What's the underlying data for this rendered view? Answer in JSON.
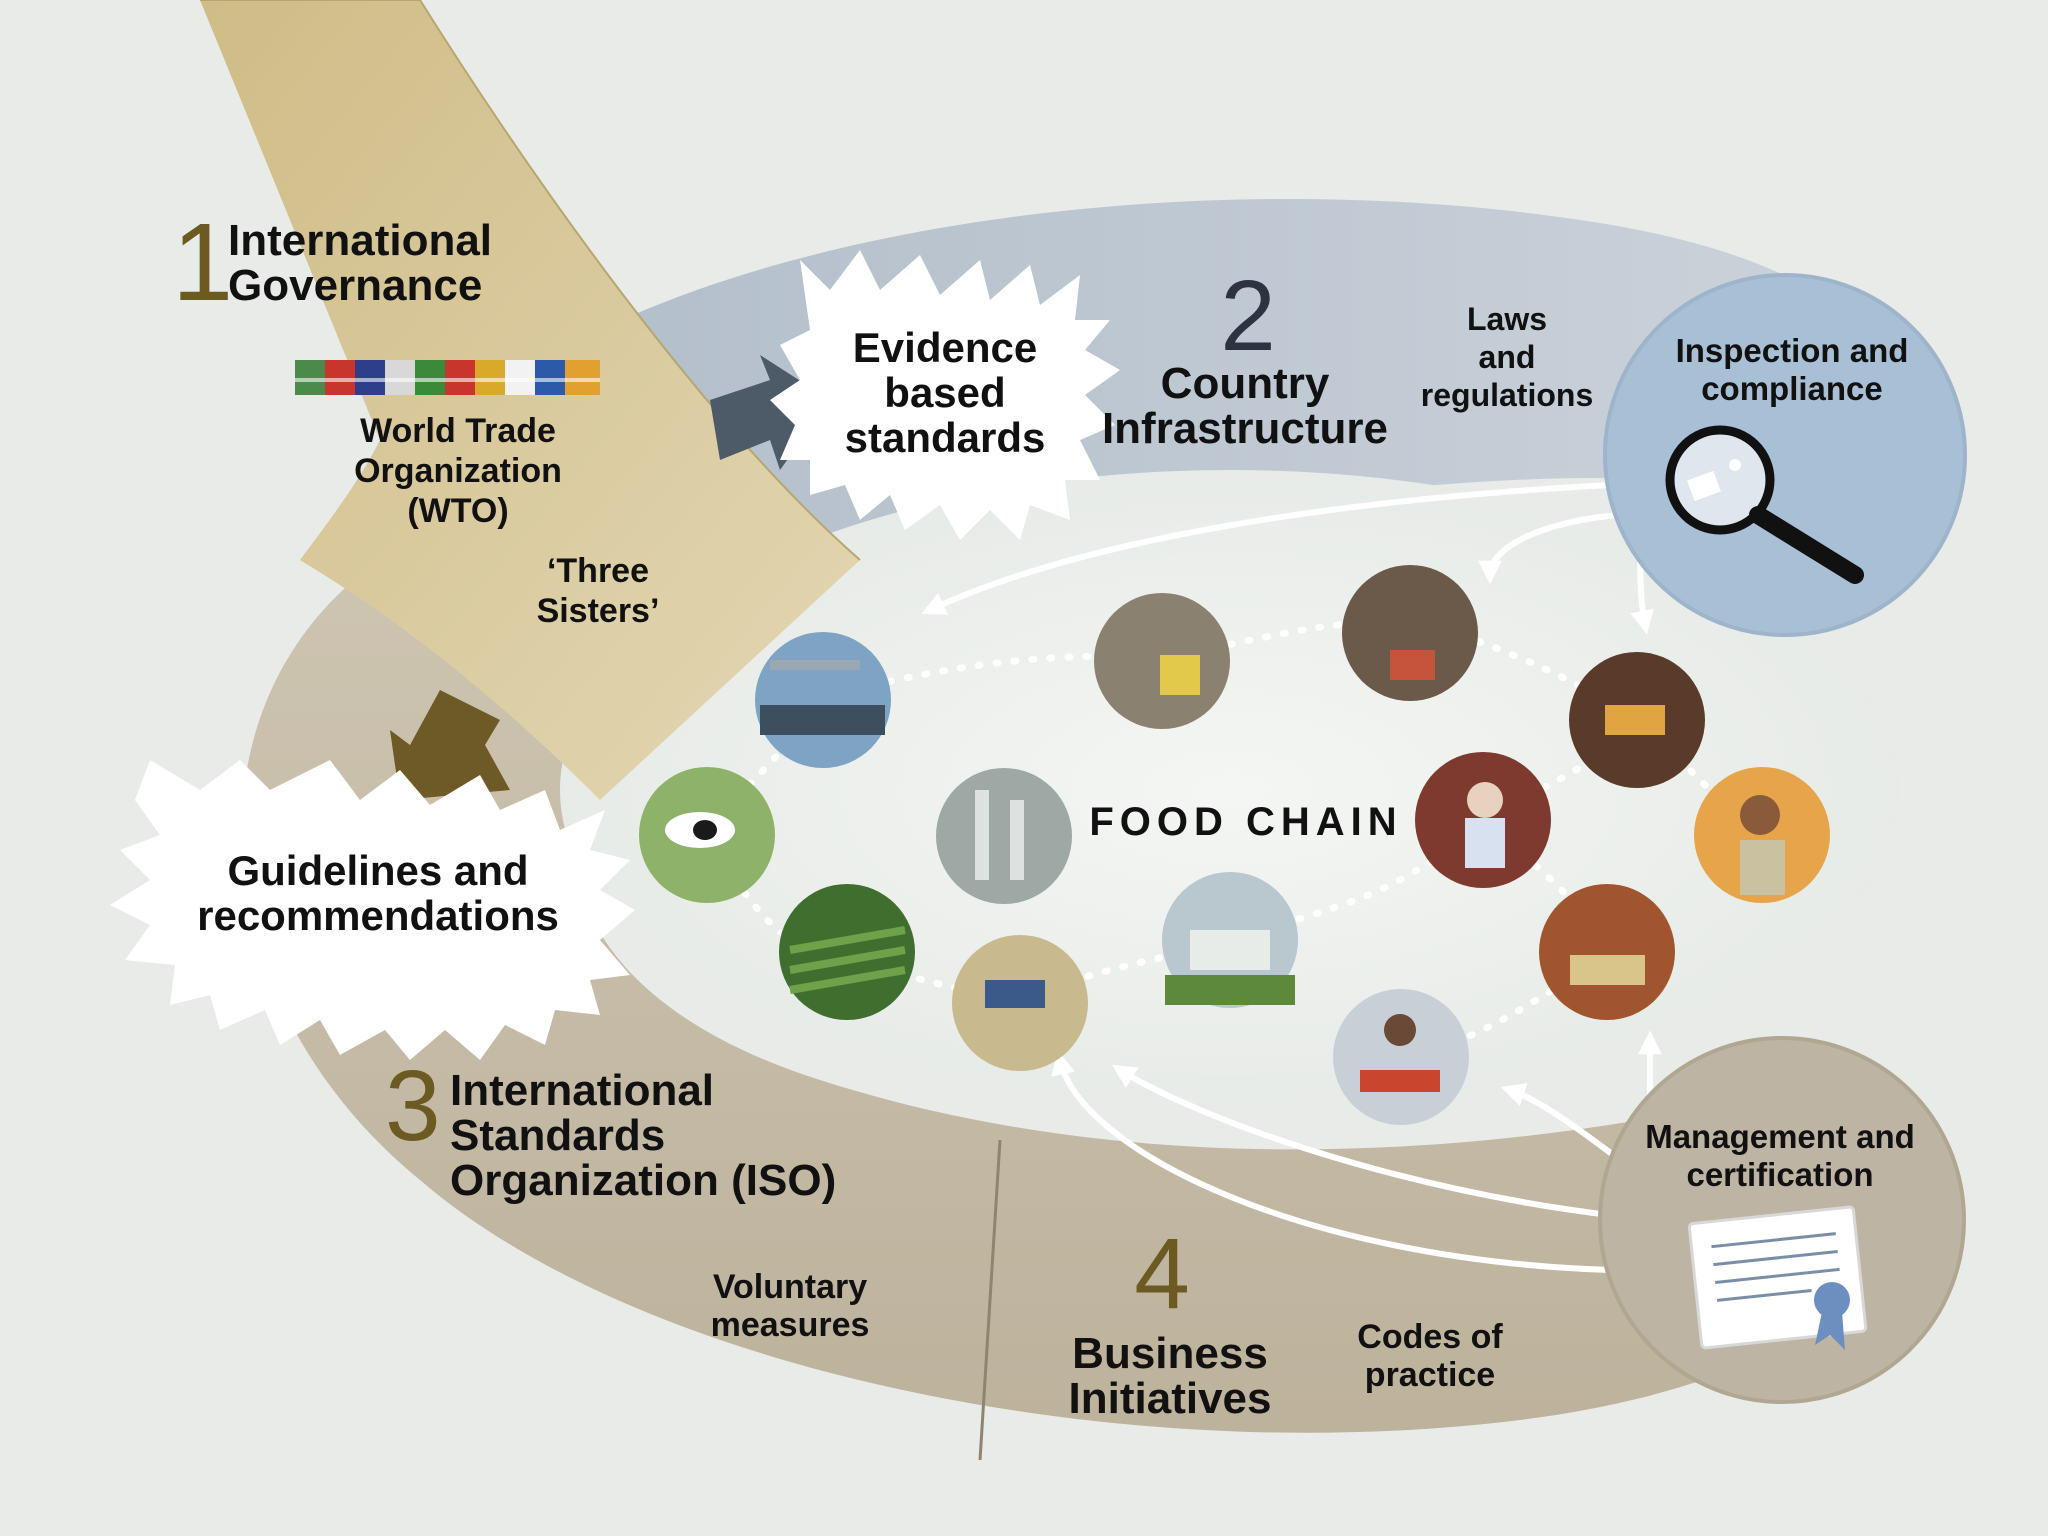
{
  "section1": {
    "number": "1",
    "title_line1": "International",
    "title_line2": "Governance",
    "wto_line1": "World Trade",
    "wto_line2": "Organization",
    "wto_line3": "(WTO)",
    "sisters_line1": "‘Three",
    "sisters_line2": "Sisters’"
  },
  "section2": {
    "number": "2",
    "title_line1": "Country",
    "title_line2": "Infrastructure",
    "laws_line1": "Laws",
    "laws_line2": "and",
    "laws_line3": "regulations"
  },
  "section3": {
    "number": "3",
    "title_line1": "International",
    "title_line2": "Standards",
    "title_line3": "Organization (ISO)",
    "voluntary_line1": "Voluntary",
    "voluntary_line2": "measures"
  },
  "section4": {
    "number": "4",
    "title_line1": "Business",
    "title_line2": "Initiatives",
    "codes_line1": "Codes of",
    "codes_line2": "practice"
  },
  "evidence": {
    "line1": "Evidence",
    "line2": "based",
    "line3": "standards"
  },
  "guidelines": {
    "line1": "Guidelines and",
    "line2": "recommendations"
  },
  "inspection": {
    "line1": "Inspection and",
    "line2": "compliance",
    "icon": "magnifying-glass-icon"
  },
  "management": {
    "line1": "Management and",
    "line2": "certification",
    "icon": "certificate-icon"
  },
  "food_chain": {
    "label": "FOOD CHAIN"
  },
  "colors": {
    "background": "#e8ebe8",
    "governance_band": "#d8c9a0",
    "country_band": "#bfc8d2",
    "iso_band": "#c5bba9",
    "inspection_circle": "#a7bfd6",
    "management_circle": "#bdb4a3",
    "number_gold": "#6b5a22",
    "number_dark": "#2b3440"
  }
}
